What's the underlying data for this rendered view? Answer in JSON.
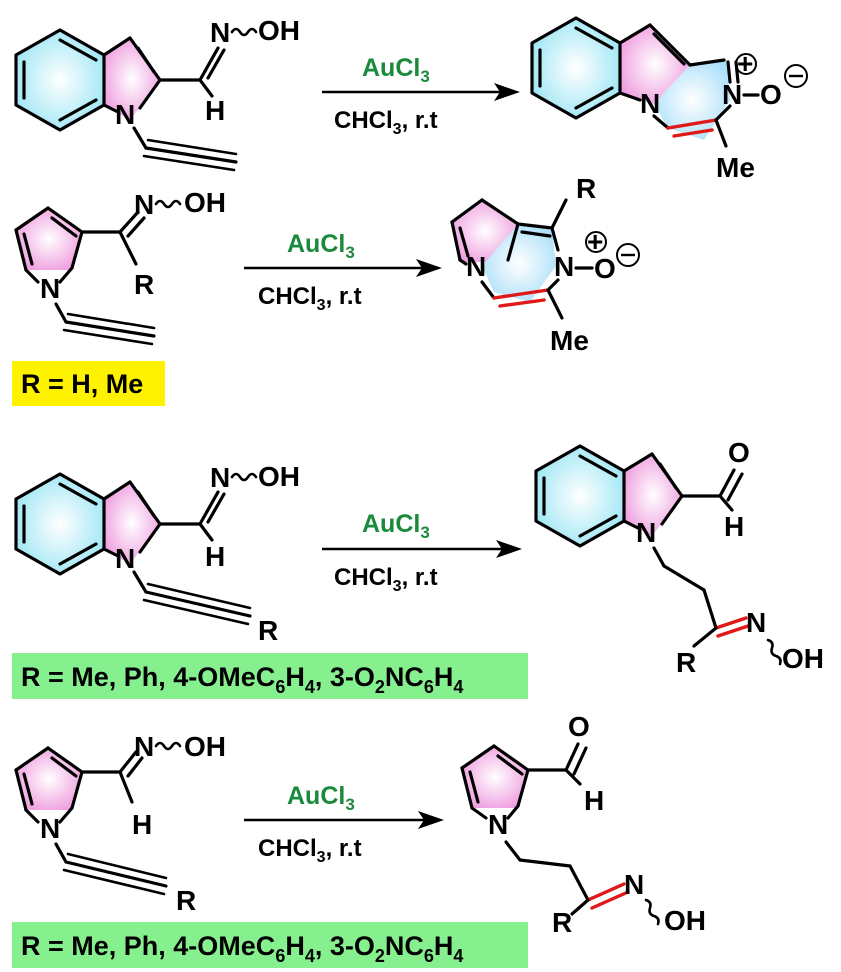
{
  "reactions": [
    {
      "catalyst": "AuCl",
      "catalyst_sub": "3",
      "solvent": "CHCl",
      "solvent_sub": "3",
      "conditions": ",  r.t"
    },
    {
      "catalyst": "AuCl",
      "catalyst_sub": "3",
      "solvent": "CHCl",
      "solvent_sub": "3",
      "conditions": ",  r.t",
      "substituent_note": "R = H, Me"
    },
    {
      "catalyst": "AuCl",
      "catalyst_sub": "3",
      "solvent": "CHCl",
      "solvent_sub": "3",
      "conditions": ",  r.t",
      "substituent_note": {
        "prefix": "R = Me, Ph, 4-OMeC",
        "s1": "6",
        "m1": "H",
        "s2": "4",
        "m2": ", 3-O",
        "s3": "2",
        "m3": "NC",
        "s4": "6",
        "m4": "H",
        "s5": "4"
      }
    },
    {
      "catalyst": "AuCl",
      "catalyst_sub": "3",
      "solvent": "CHCl",
      "solvent_sub": "3",
      "conditions": ",  r.t",
      "substituent_note": {
        "prefix": "R = Me, Ph, 4-OMeC",
        "s1": "6",
        "m1": "H",
        "s2": "4",
        "m2": ", 3-O",
        "s3": "2",
        "m3": "NC",
        "s4": "6",
        "m4": "H",
        "s5": "4"
      }
    }
  ],
  "atoms": {
    "N": "N",
    "H": "H",
    "O": "O",
    "OH": "OH",
    "Me": "Me",
    "R": "R",
    "plus": "+",
    "minus": "−",
    "dash": "-"
  },
  "colors": {
    "catalyst": "#1a8a3c",
    "benzo_ring_fill": "#b3eef8",
    "pyrrole_ring_fill": "#f3b6e6",
    "pyrazine_ring_fill": "#bfe7fb",
    "new_bond": "#e01818",
    "label_yellow": "#fff200",
    "label_green": "#86f08f"
  }
}
